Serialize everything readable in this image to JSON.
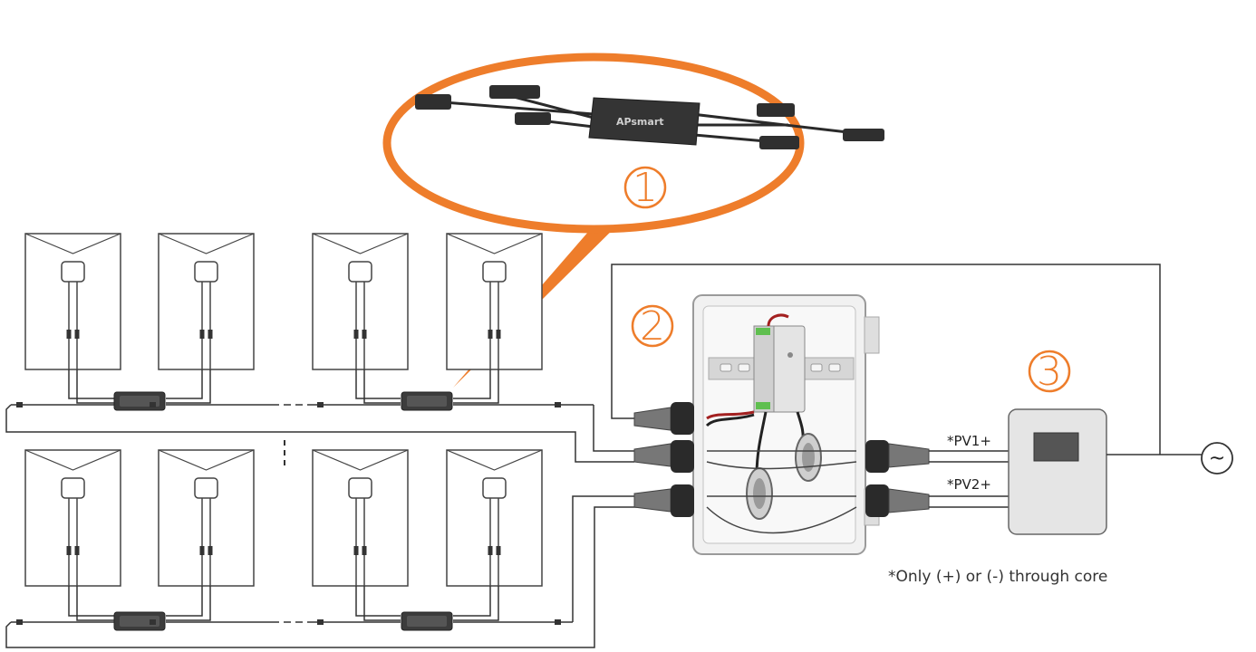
{
  "callouts": [
    "1",
    "2",
    "3"
  ],
  "labels": {
    "pv1": "*PV1+",
    "pv2": "*PV2+",
    "note": "*Only (+) or (-) through core",
    "ac_symbol": "~"
  },
  "product_logo": "APsmart",
  "colors": {
    "accent": "#ee7d2b",
    "panel_stroke": "#444444",
    "wire": "#333333",
    "box_fill": "#e5e5e5"
  }
}
